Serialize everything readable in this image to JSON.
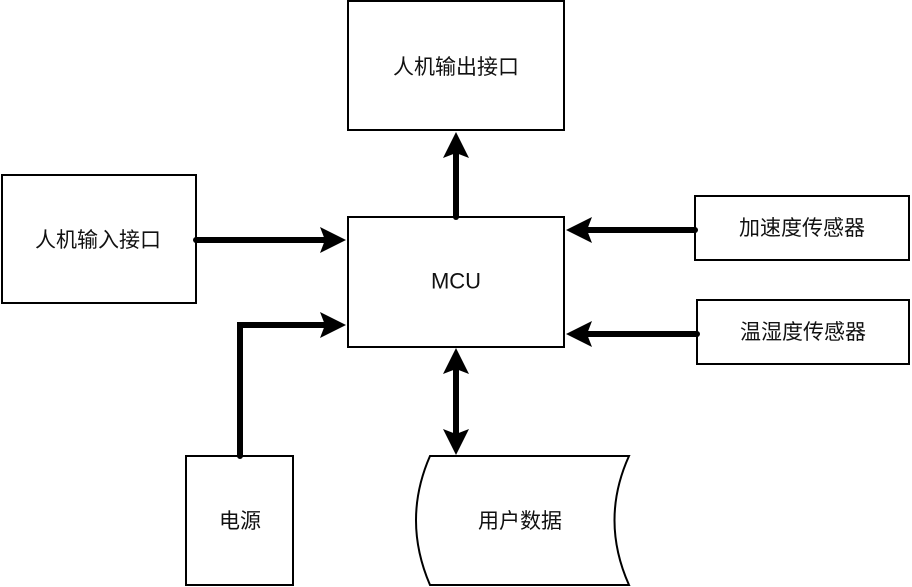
{
  "diagram": {
    "title": "MCU system block diagram",
    "nodes": {
      "mcu": {
        "label": "MCU",
        "shape": "rectangle"
      },
      "hmi_output": {
        "label": "人机输出接口",
        "shape": "rectangle"
      },
      "hmi_input": {
        "label": "人机输入接口",
        "shape": "rectangle"
      },
      "accel_sensor": {
        "label": "加速度传感器",
        "shape": "rectangle"
      },
      "temp_humidity_sensor": {
        "label": "温湿度传感器",
        "shape": "rectangle"
      },
      "power": {
        "label": "电源",
        "shape": "rectangle"
      },
      "user_data": {
        "label": "用户数据",
        "shape": "stored-data"
      }
    },
    "edges": [
      {
        "from": "mcu",
        "to": "hmi_output",
        "direction": "one-way"
      },
      {
        "from": "hmi_input",
        "to": "mcu",
        "direction": "one-way"
      },
      {
        "from": "power",
        "to": "mcu",
        "direction": "one-way"
      },
      {
        "from": "accel_sensor",
        "to": "mcu",
        "direction": "one-way"
      },
      {
        "from": "temp_humidity_sensor",
        "to": "mcu",
        "direction": "one-way"
      },
      {
        "from": "mcu",
        "to": "user_data",
        "direction": "two-way"
      }
    ],
    "colors": {
      "stroke": "#000000",
      "fill": "#ffffff",
      "text": "#111111"
    }
  }
}
